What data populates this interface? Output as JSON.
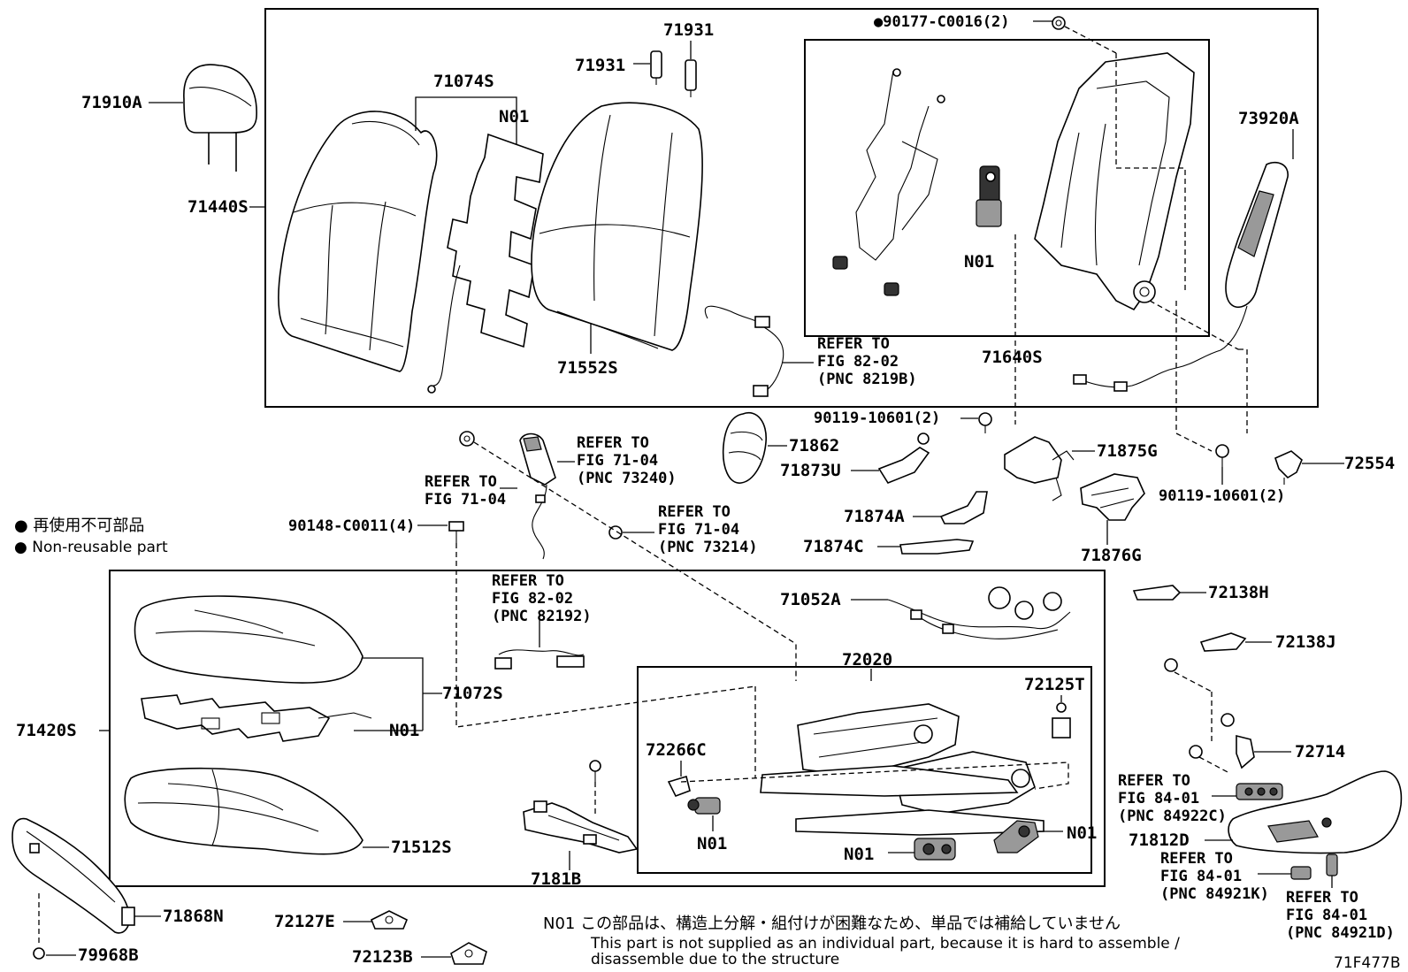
{
  "labels": {
    "p71910A": "71910A",
    "p71440S": "71440S",
    "p71074S": "71074S",
    "n01_top": "N01",
    "p71931a": "71931",
    "p71931b": "71931",
    "p71552S": "71552S",
    "p90177": "●90177-C0016(2)",
    "p73920A": "73920A",
    "n01_frame": "N01",
    "p71640S": "71640S",
    "ref8202_top": [
      "REFER TO",
      "FIG 82-02",
      "(PNC 8219B)"
    ],
    "p90119a": "90119-10601(2)",
    "p71862": "71862",
    "p71875G": "71875G",
    "p71873U": "71873U",
    "p72554": "72554",
    "p90119b": "90119-10601(2)",
    "p71874A": "71874A",
    "p71874C": "71874C",
    "p71876G": "71876G",
    "ref7104_a": [
      "REFER TO",
      "FIG 71-04",
      "(PNC 73240)"
    ],
    "ref7104_b": [
      "REFER TO",
      "FIG 71-04"
    ],
    "ref7104_c": [
      "REFER TO",
      "FIG 71-04",
      "(PNC 73214)"
    ],
    "p90148": "90148-C0011(4)",
    "ref8202_mid": [
      "REFER TO",
      "FIG 82-02",
      "(PNC 82192)"
    ],
    "p71052A": "71052A",
    "p72138H": "72138H",
    "p72138J": "72138J",
    "p72020": "72020",
    "p71072S": "71072S",
    "n01_cush": "N01",
    "p71420S": "71420S",
    "p72125T": "72125T",
    "p72266C": "72266C",
    "p72714": "72714",
    "n01_rail": "N01",
    "n01_motor_a": "N01",
    "n01_motor_b": "N01",
    "ref8401_a": [
      "REFER TO",
      "FIG 84-01",
      "(PNC 84922C)"
    ],
    "p71812D": "71812D",
    "p71512S": "71512S",
    "p7181B": "7181B",
    "ref8401_b": [
      "REFER TO",
      "FIG 84-01",
      "(PNC 84921K)"
    ],
    "ref8401_c": [
      "REFER TO",
      "FIG 84-01",
      "(PNC 84921D)"
    ],
    "p71868N": "71868N",
    "p72127E": "72127E",
    "p72123B": "72123B",
    "p79968B": "79968B",
    "code": "71F477B"
  },
  "legend": {
    "jp": "● 再使用不可部品",
    "en": "● Non-reusable part"
  },
  "footnote": {
    "jp": "N01 この部品は、構造上分解・組付けが困難なため、単品では補給していません",
    "en1": "This part is not supplied as an individual part, because it is hard to assemble /",
    "en2": "disassemble due to the structure"
  }
}
